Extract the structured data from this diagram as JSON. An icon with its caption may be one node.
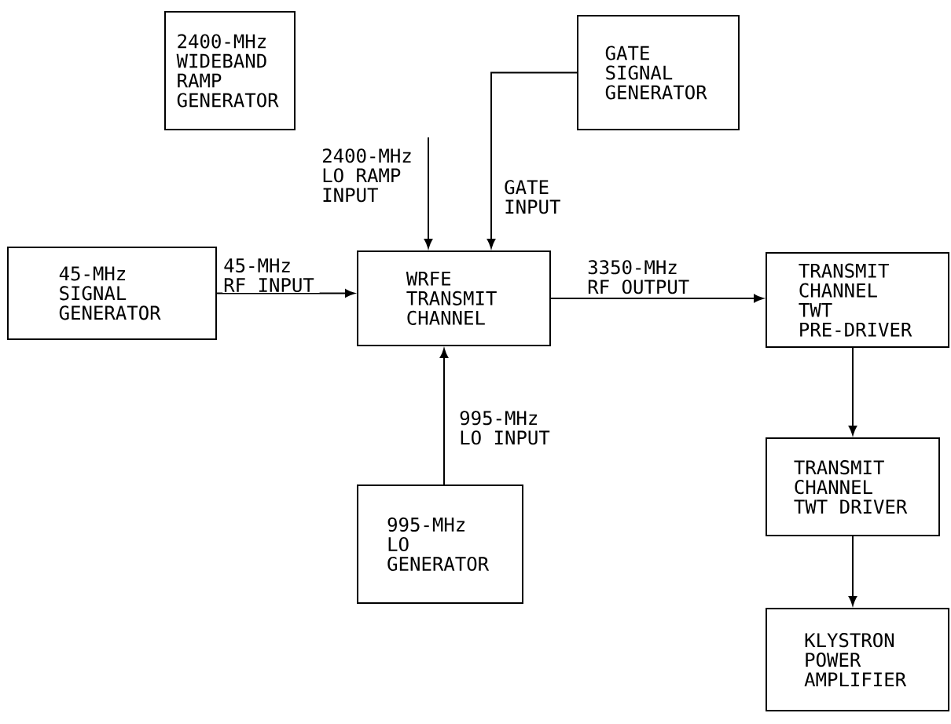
{
  "diagram": {
    "nodes": [
      {
        "text": [
          "2400-MHz WIDEBAND RAMP GENERATOR"
        ]
      },
      {
        "text": [
          "GATE SIGNAL GENERATOR"
        ]
      },
      {
        "text": [
          "45-MHz SIGNAL GENERATOR"
        ]
      },
      {
        "text": [
          "WRFE TRANSMIT CHANNEL"
        ]
      },
      {
        "text": [
          "TRANSMIT CHANNEL TWT PRE-DRIVER"
        ]
      },
      {
        "text": [
          "995-MHz LO GENERATOR"
        ]
      },
      {
        "text": [
          "TRANSMIT CHANNEL TWT DRIVER"
        ]
      },
      {
        "text": [
          "KLYSTRON POWER AMPLIFIER"
        ]
      }
    ],
    "edges": [
      {
        "from": null,
        "to": 3,
        "arrow": "to",
        "label": "2400-MHz LO RAMP INPUT"
      },
      {
        "from": 1,
        "to": 3,
        "arrow": "to",
        "label": "GATE INPUT"
      },
      {
        "from": 2,
        "to": 3,
        "arrow": "to",
        "label": "45-MHz RF INPUT"
      },
      {
        "from": 5,
        "to": 3,
        "arrow": "to",
        "label": "995-MHz LO INPUT"
      },
      {
        "from": 3,
        "to": 4,
        "arrow": "to",
        "label": "3350-MHz RF OUTPUT"
      },
      {
        "from": 4,
        "to": 6,
        "arrow": "to"
      },
      {
        "from": 6,
        "to": 7,
        "arrow": "to"
      }
    ]
  }
}
